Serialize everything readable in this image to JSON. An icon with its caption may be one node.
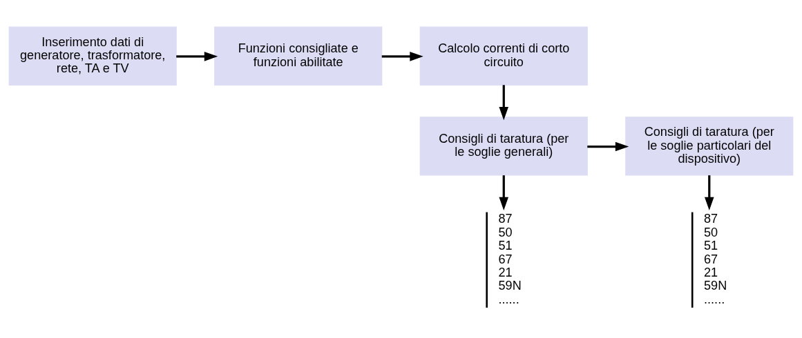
{
  "diagram": {
    "nodes": [
      {
        "text": [
          "Inserimento dati di generatore, trasformatore, rete, TA e TV"
        ]
      },
      {
        "text": [
          "Funzioni consigliate e funzioni abilitate"
        ]
      },
      {
        "text": [
          "Calcolo correnti di corto circuito"
        ]
      },
      {
        "text": [
          "Consigli di taratura (per le soglie generali)"
        ]
      },
      {
        "text": [
          "Consigli di taratura (per le soglie particolari del dispositivo)"
        ]
      },
      {
        "text": [
          "87",
          "50",
          "51",
          "67",
          "21",
          "59N",
          "......"
        ]
      },
      {
        "text": [
          "87",
          "50",
          "51",
          "67",
          "21",
          "59N",
          "......"
        ]
      }
    ],
    "edges": [
      {
        "from": 0,
        "to": 1,
        "arrow": "to"
      },
      {
        "from": 1,
        "to": 2,
        "arrow": "to"
      },
      {
        "from": 2,
        "to": 3,
        "arrow": "to"
      },
      {
        "from": 3,
        "to": 4,
        "arrow": "to"
      },
      {
        "from": 3,
        "to": 5,
        "arrow": "to"
      },
      {
        "from": 4,
        "to": 6,
        "arrow": "to"
      }
    ]
  }
}
